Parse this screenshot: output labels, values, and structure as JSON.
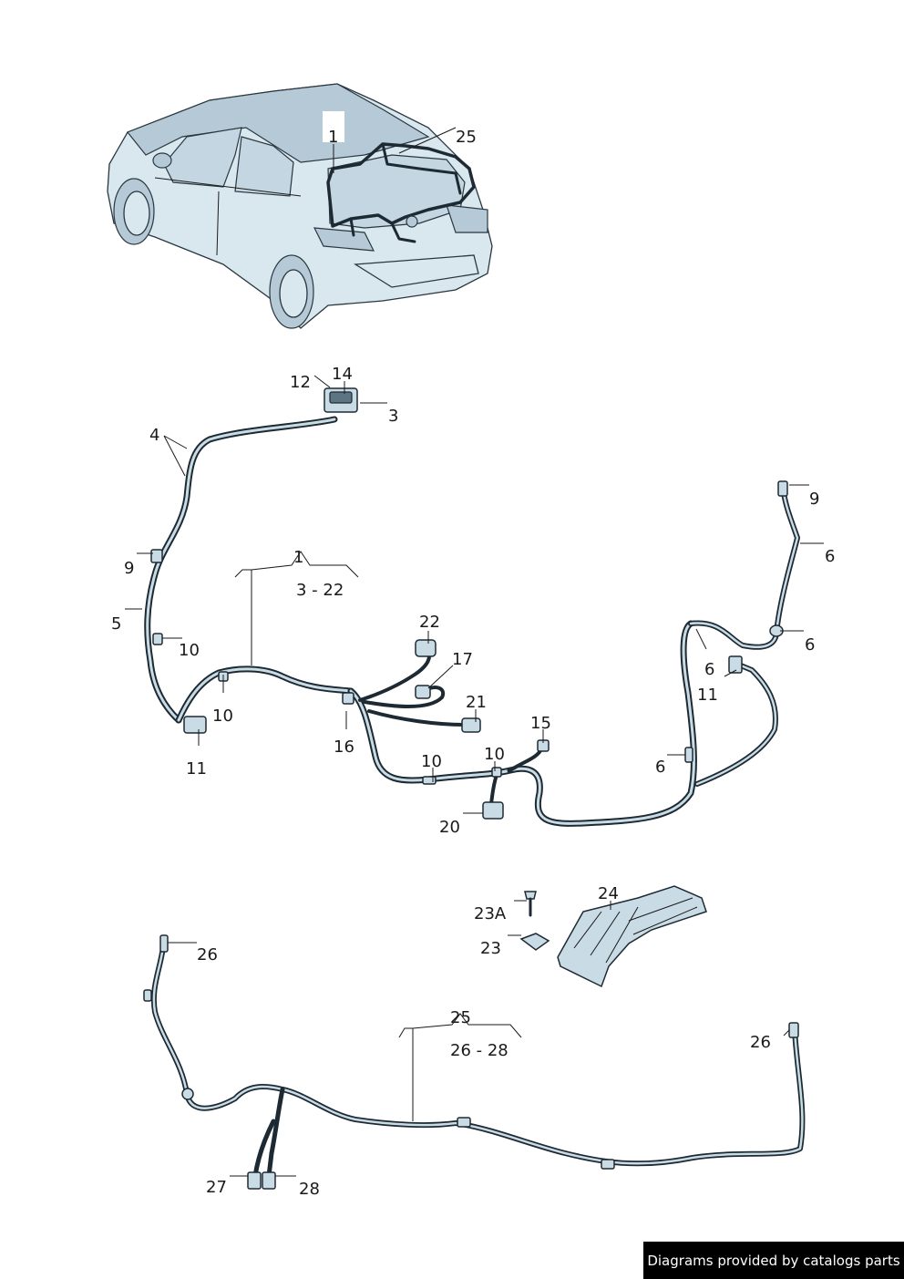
{
  "callouts": {
    "car_1": "1",
    "car_25": "25",
    "h_12": "12",
    "h_14": "14",
    "h_3": "3",
    "h_4": "4",
    "h_9_left": "9",
    "h_5": "5",
    "h_10_a": "10",
    "h_10_b": "10",
    "h_11_left": "11",
    "h_group_1": "1",
    "h_range_1": "3 - 22",
    "h_22": "22",
    "h_17": "17",
    "h_21": "21",
    "h_16": "16",
    "h_15": "15",
    "h_10_c": "10",
    "h_10_d": "10",
    "h_20": "20",
    "h_9_right": "9",
    "h_6_a": "6",
    "h_6_b": "6",
    "h_6_c": "6",
    "h_11_right": "11",
    "h_6_d": "6",
    "p_24": "24",
    "p_23A": "23A",
    "p_23": "23",
    "b_26_left": "26",
    "b_group_25": "25",
    "b_range_25": "26 - 28",
    "b_26_right": "26",
    "b_27": "27",
    "b_28": "28"
  },
  "credit": "Diagrams provided by catalogs parts",
  "colors": {
    "harness": "#1e2a33",
    "part_fill": "#c9dbe5",
    "car_fill": "#d9e7ef"
  }
}
